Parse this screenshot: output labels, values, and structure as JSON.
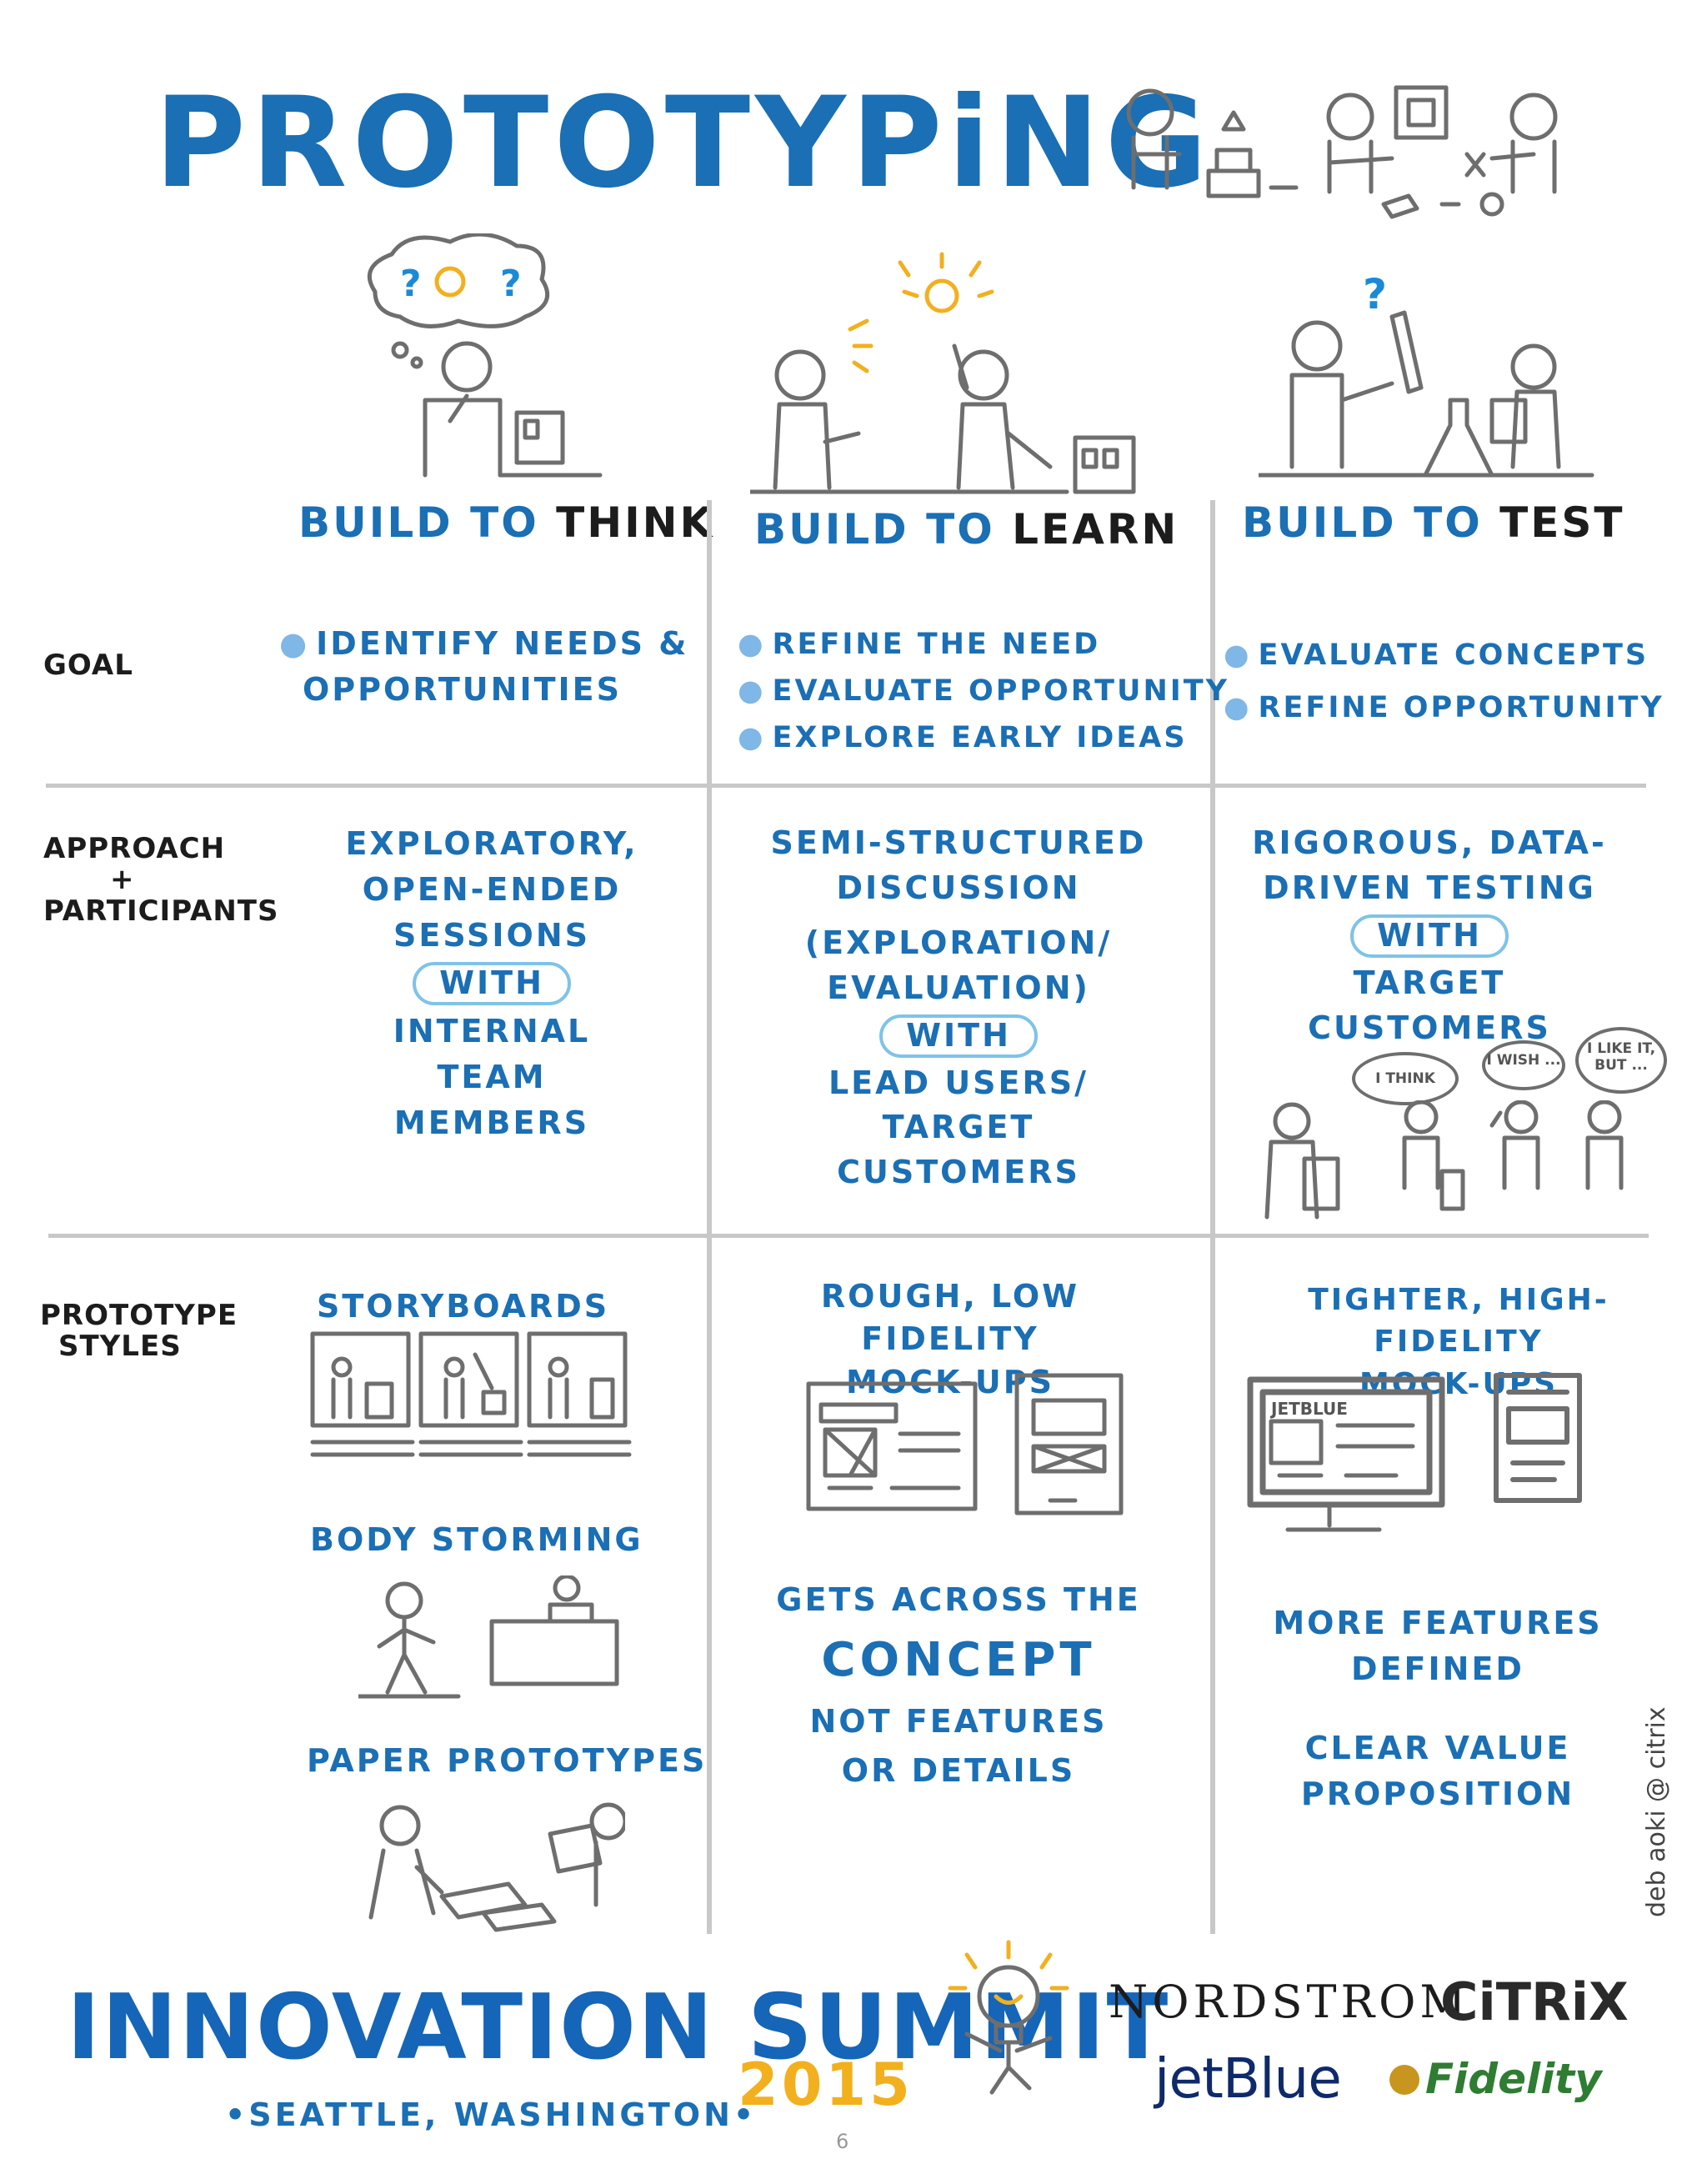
{
  "title": "PROTOTYPiNG",
  "columns": [
    {
      "head_a": "BUILD TO",
      "head_b": "THINK"
    },
    {
      "head_a": "BUILD TO",
      "head_b": "LEARN"
    },
    {
      "head_a": "BUILD TO",
      "head_b": "TEST"
    }
  ],
  "rows": {
    "goal": {
      "label": "GOAL"
    },
    "approach": {
      "label_1": "APPROACH",
      "label_2": "+",
      "label_3": "PARTICIPANTS"
    },
    "styles": {
      "label_1": "PROTOTYPE",
      "label_2": "STYLES"
    }
  },
  "goal": {
    "think": [
      "IDENTIFY NEEDS &",
      "OPPORTUNITIES"
    ],
    "learn": [
      "REFINE THE NEED",
      "EVALUATE OPPORTUNITY",
      "EXPLORE EARLY IDEAS"
    ],
    "test": [
      "EVALUATE CONCEPTS",
      "REFINE OPPORTUNITY"
    ]
  },
  "approach": {
    "think": {
      "l1": "EXPLORATORY,",
      "l2": "OPEN-ENDED",
      "l3": "SESSIONS",
      "with": "WITH",
      "l4": "INTERNAL",
      "l5": "TEAM",
      "l6": "MEMBERS"
    },
    "learn": {
      "l1": "SEMI-STRUCTURED",
      "l2": "DISCUSSION",
      "l3": "(EXPLORATION/",
      "l4": "EVALUATION)",
      "with": "WITH",
      "l5": "LEAD USERS/",
      "l6": "TARGET",
      "l7": "CUSTOMERS"
    },
    "test": {
      "l1": "RIGOROUS, DATA-",
      "l2": "DRIVEN TESTING",
      "with": "WITH",
      "l3": "TARGET",
      "l4": "CUSTOMERS",
      "bubble1": "I THINK",
      "bubble2": "I WISH ...",
      "bubble3": "I LIKE IT, BUT ..."
    }
  },
  "styles": {
    "think": {
      "storyboards": "STORYBOARDS",
      "bodystorming": "BODY STORMING",
      "paper": "PAPER PROTOTYPES"
    },
    "learn": {
      "l1": "ROUGH, LOW FIDELITY",
      "l2": "MOCK-UPS",
      "g1": "GETS ACROSS THE",
      "g2": "CONCEPT",
      "g3": "NOT FEATURES",
      "g4": "OR DETAILS"
    },
    "test": {
      "l1": "TIGHTER, HIGH-FIDELITY",
      "l2": "MOCK-UPS",
      "screen_label": "JETBLUE",
      "m1": "MORE FEATURES",
      "m2": "DEFINED",
      "c1": "CLEAR VALUE",
      "c2": "PROPOSITION"
    }
  },
  "footer": {
    "summit": "INNOVATION SUMMIT",
    "year": "2015",
    "city": "•SEATTLE, WASHINGTON•",
    "logos": {
      "nordstrom": "NORDSTROM",
      "citrix": "CiTRiX",
      "jetblue": "jetBlue",
      "fidelity": "Fidelity"
    },
    "credit": "deb aoki @ citrix",
    "page": "6"
  },
  "colors": {
    "blue": "#1a6fb5",
    "yellow": "#f2b01e",
    "gray": "#c8c8c8",
    "dark": "#1c1c1c"
  }
}
